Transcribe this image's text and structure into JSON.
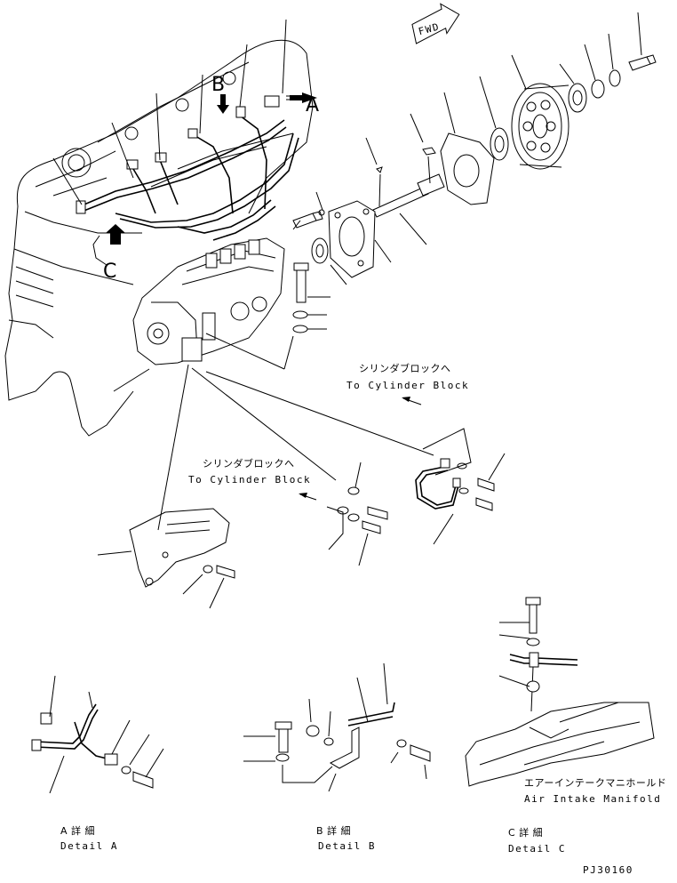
{
  "labels": {
    "fwd": "FWD",
    "arrow_a": "A",
    "arrow_b": "B",
    "arrow_c": "C",
    "to_cyl_1_jp": "シリンダブロックへ",
    "to_cyl_1_en": "To Cylinder Block",
    "to_cyl_2_jp": "シリンダブロックへ",
    "to_cyl_2_en": "To Cylinder Block",
    "manifold_jp": "エアーインテークマニホールド",
    "manifold_en": "Air Intake Manifold",
    "detail_a_jp": "A 詳 細",
    "detail_a_en": "Detail A",
    "detail_b_jp": "B 詳 細",
    "detail_b_en": "Detail B",
    "detail_c_jp": "C 詳 細",
    "detail_c_en": "Detail C",
    "drawing_code": "PJ30160"
  }
}
